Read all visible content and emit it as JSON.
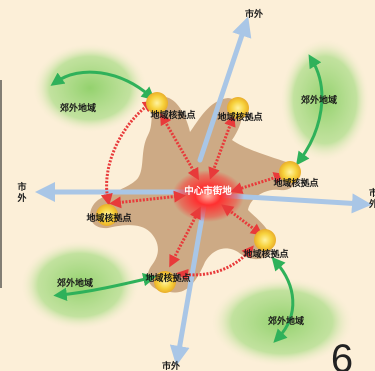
{
  "colors": {
    "background": "#fcefd8",
    "star_fill": "#c9a47e",
    "hub_fill": "#f2c43a",
    "center_glow": "#ff2a2a",
    "suburb_green": "#8ed068",
    "arrow_red": "#e83a3a",
    "arrow_green": "#2fb15a",
    "arrow_blue": "#a9c6e6"
  },
  "labels": {
    "city_outside_top": "市外",
    "city_outside_left": "市\n外",
    "city_outside_bottom": "市外",
    "city_outside_right": "市\n外",
    "center_district": "中心市街地",
    "hub_top_left": "地域核拠点",
    "hub_top_right": "地域核拠点",
    "hub_right": "地域核拠点",
    "hub_left": "地域核拠点",
    "hub_bottom_left": "地域核拠点",
    "hub_bottom_right": "地域核拠点",
    "suburb_top_left": "郊外地域",
    "suburb_top_right": "郊外地域",
    "suburb_bottom_left": "郊外地域",
    "suburb_bottom_right": "郊外地域"
  },
  "page_number": "6"
}
